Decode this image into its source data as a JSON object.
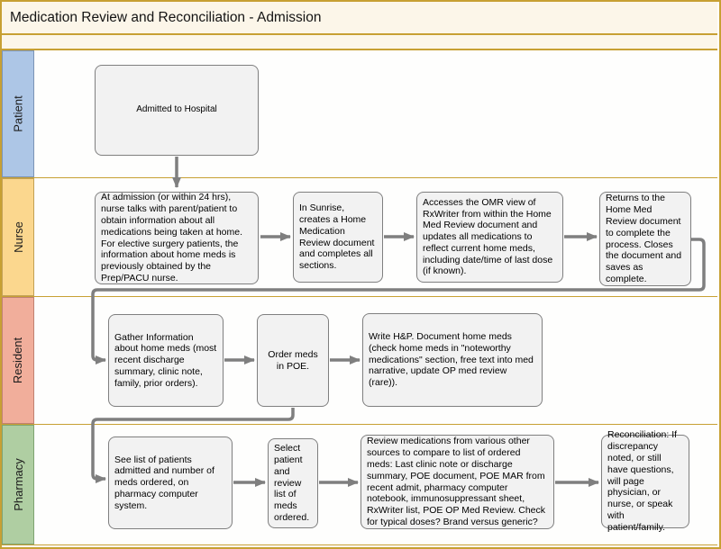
{
  "title": "Medication Review and Reconciliation - Admission",
  "colors": {
    "accent_gold": "#C7A033",
    "title_background": "#FCF6E9",
    "lane_patient": "#ADC6E6",
    "lane_nurse": "#FBD78E",
    "lane_resident": "#F1AE9B",
    "lane_pharmacy": "#AFCEA2",
    "node_fill": "#F2F2F2",
    "node_border": "#7F7F7F",
    "connector": "#7F7F7F"
  },
  "lanes": [
    {
      "id": "patient",
      "label": "Patient"
    },
    {
      "id": "nurse",
      "label": "Nurse"
    },
    {
      "id": "resident",
      "label": "Resident"
    },
    {
      "id": "pharmacy",
      "label": "Pharmacy"
    }
  ],
  "nodes": {
    "patient_admitted": "Admitted to Hospital",
    "nurse_obtain_info": "At admission (or within 24 hrs), nurse talks with parent/patient to obtain information about all medications being taken at home. For elective surgery patients, the information about home meds is previously obtained by the Prep/PACU nurse.",
    "nurse_create_doc": "In Sunrise, creates a Home Medication Review document and completes all sections.",
    "nurse_access_omr": "Accesses the OMR view of RxWriter from within the Home Med Review document and updates all medications to reflect current home meds, including date/time of last dose (if known).",
    "nurse_return_doc": "Returns to the Home Med Review document to complete the process. Closes the document and saves as complete.",
    "resident_gather": "Gather Information about home meds (most recent discharge summary, clinic note, family, prior orders).",
    "resident_order": "Order meds in POE.",
    "resident_write_hp": "Write H&P. Document home meds (check home meds in \"noteworthy medications\" section, free text into med narrative, update OP med review (rare)).",
    "pharmacy_see_list": "See list of patients admitted and number of meds ordered, on pharmacy computer system.",
    "pharmacy_select": "Select patient and review list of meds ordered.",
    "pharmacy_review": "Review medications from various other sources to compare to list of ordered meds: Last clinic note or discharge summary, POE document, POE MAR from recent admit, pharmacy computer notebook, immunosuppressant sheet, RxWriter list, POE OP Med Review. Check for typical doses? Brand versus generic?",
    "pharmacy_reconcile": "Reconciliation: If discrepancy noted, or still have questions, will page physician, or nurse, or speak with patient/family."
  }
}
